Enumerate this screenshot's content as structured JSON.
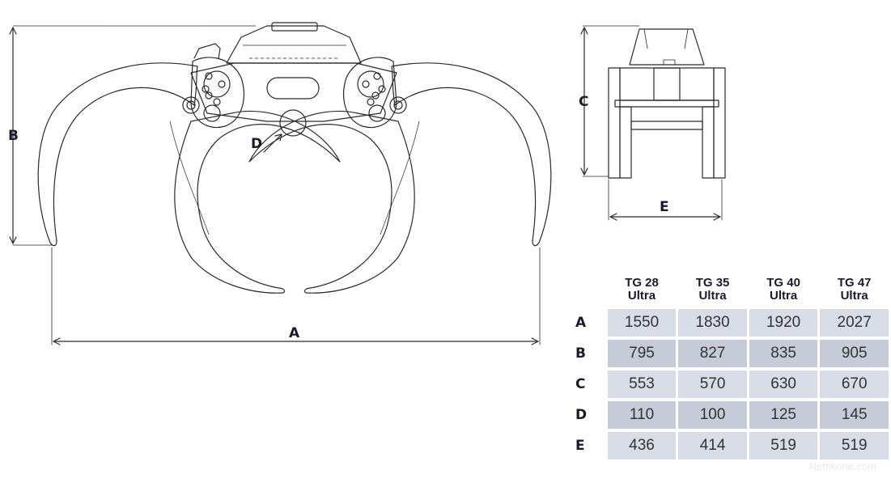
{
  "labels": {
    "A": "A",
    "B": "B",
    "C": "C",
    "D": "D",
    "E": "E"
  },
  "table": {
    "columns": [
      {
        "line1": "TG 28",
        "line2": "Ultra"
      },
      {
        "line1": "TG 35",
        "line2": "Ultra"
      },
      {
        "line1": "TG 40",
        "line2": "Ultra"
      },
      {
        "line1": "TG 47",
        "line2": "Ultra"
      }
    ],
    "rows": [
      {
        "label": "A",
        "values": [
          "1550",
          "1830",
          "1920",
          "2027"
        ]
      },
      {
        "label": "B",
        "values": [
          "795",
          "827",
          "835",
          "905"
        ]
      },
      {
        "label": "C",
        "values": [
          "553",
          "570",
          "630",
          "670"
        ]
      },
      {
        "label": "D",
        "values": [
          "110",
          "100",
          "125",
          "145"
        ]
      },
      {
        "label": "E",
        "values": [
          "436",
          "414",
          "519",
          "519"
        ]
      }
    ]
  },
  "watermark": "Nettikone.com"
}
